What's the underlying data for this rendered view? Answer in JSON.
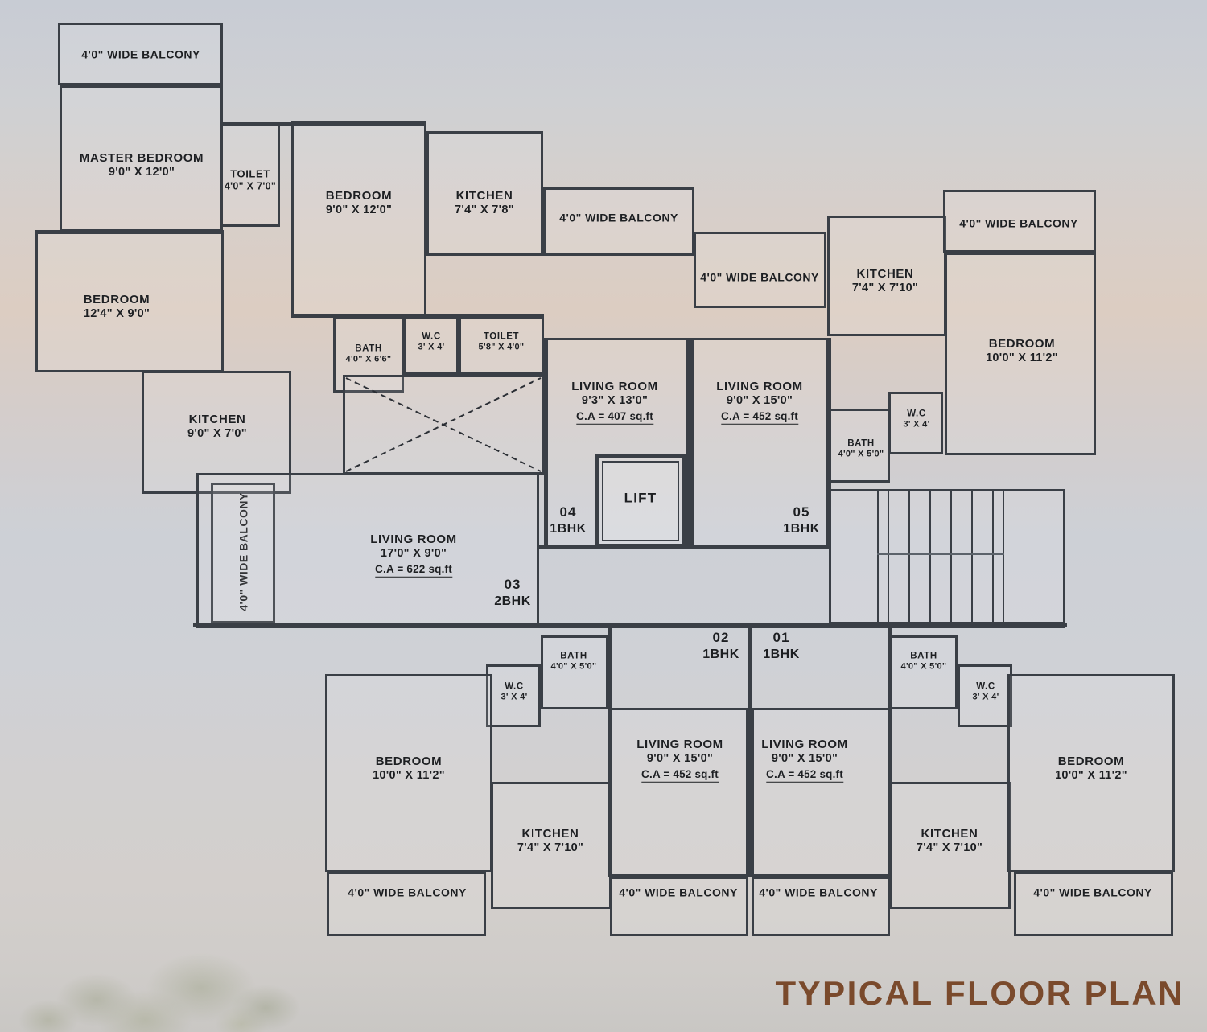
{
  "title": "TYPICAL FLOOR PLAN",
  "title_color": "#7a4a2c",
  "plan_type": "typical-floor-plan",
  "units": [
    {
      "number": "01",
      "config": "1BHK"
    },
    {
      "number": "02",
      "config": "1BHK"
    },
    {
      "number": "03",
      "config": "2BHK"
    },
    {
      "number": "04",
      "config": "1BHK"
    },
    {
      "number": "05",
      "config": "1BHK"
    }
  ],
  "core": {
    "lift_label": "LIFT",
    "staircase": {
      "treads": 8
    }
  },
  "rooms": {
    "u3_master_bedroom": {
      "name": "MASTER BEDROOM",
      "dim": "9'0\" X 12'0\""
    },
    "u3_balcony_top": {
      "name": "4'0\" WIDE BALCONY"
    },
    "u3_toilet": {
      "name": "TOILET",
      "dim": "4'0\" X 7'0\""
    },
    "u3_bedroom2": {
      "name": "BEDROOM",
      "dim": "12'4\" X 9'0\""
    },
    "u3_kitchen": {
      "name": "KITCHEN",
      "dim": "9'0\" X 7'0\""
    },
    "u3_balcony_left": {
      "name": "4'0\" WIDE BALCONY"
    },
    "u3_living": {
      "name": "LIVING ROOM",
      "dim": "17'0\" X 9'0\"",
      "ca": "C.A = 622 sq.ft"
    },
    "u4_bedroom": {
      "name": "BEDROOM",
      "dim": "9'0\" X 12'0\""
    },
    "u4_kitchen": {
      "name": "KITCHEN",
      "dim": "7'4\" X 7'8\""
    },
    "u4_balcony": {
      "name": "4'0\" WIDE BALCONY"
    },
    "u4_bath": {
      "name": "BATH",
      "dim": "4'0\" X 6'6\""
    },
    "u4_wc": {
      "name": "W.C",
      "dim": "3' X 4'"
    },
    "u4_toilet": {
      "name": "TOILET",
      "dim": "5'8\" X 4'0\""
    },
    "u4_living": {
      "name": "LIVING ROOM",
      "dim": "9'3\" X 13'0\"",
      "ca": "C.A = 407 sq.ft"
    },
    "u5_living": {
      "name": "LIVING ROOM",
      "dim": "9'0\" X 15'0\"",
      "ca": "C.A = 452 sq.ft"
    },
    "u5_balcony_mid": {
      "name": "4'0\" WIDE BALCONY"
    },
    "u5_kitchen": {
      "name": "KITCHEN",
      "dim": "7'4\" X 7'10\""
    },
    "u5_balcony_top": {
      "name": "4'0\" WIDE BALCONY"
    },
    "u5_bedroom": {
      "name": "BEDROOM",
      "dim": "10'0\" X 11'2\""
    },
    "u5_bath": {
      "name": "BATH",
      "dim": "4'0\" X 5'0\""
    },
    "u5_wc": {
      "name": "W.C",
      "dim": "3' X 4'"
    },
    "u2_bath": {
      "name": "BATH",
      "dim": "4'0\" X 5'0\""
    },
    "u2_wc": {
      "name": "W.C",
      "dim": "3' X 4'"
    },
    "u2_bedroom": {
      "name": "BEDROOM",
      "dim": "10'0\" X 11'2\""
    },
    "u2_balcony_bed": {
      "name": "4'0\" WIDE BALCONY"
    },
    "u2_kitchen": {
      "name": "KITCHEN",
      "dim": "7'4\" X 7'10\""
    },
    "u2_living": {
      "name": "LIVING ROOM",
      "dim": "9'0\" X 15'0\"",
      "ca": "C.A = 452 sq.ft"
    },
    "u2_balcony_liv": {
      "name": "4'0\" WIDE BALCONY"
    },
    "u1_living": {
      "name": "LIVING ROOM",
      "dim": "9'0\" X 15'0\"",
      "ca": "C.A = 452 sq.ft"
    },
    "u1_balcony_liv": {
      "name": "4'0\" WIDE BALCONY"
    },
    "u1_kitchen": {
      "name": "KITCHEN",
      "dim": "7'4\" X 7'10\""
    },
    "u1_bath": {
      "name": "BATH",
      "dim": "4'0\" X 5'0\""
    },
    "u1_wc": {
      "name": "W.C",
      "dim": "3' X 4'"
    },
    "u1_bedroom": {
      "name": "BEDROOM",
      "dim": "10'0\" X 11'2\""
    },
    "u1_balcony_bed": {
      "name": "4'0\" WIDE BALCONY"
    }
  }
}
